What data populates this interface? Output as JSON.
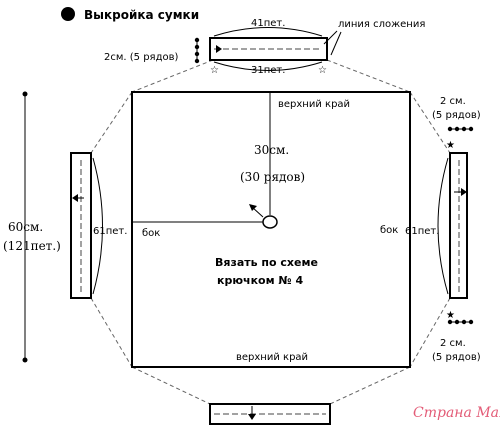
{
  "title": "Выкройка сумки",
  "top_strap": {
    "top_count": "41пет.",
    "bottom_count": "31пет.",
    "fold_label": "линия сложения",
    "left_size": "2см. (5 рядов)"
  },
  "center_panel": {
    "top_edge": "верхний край",
    "bottom_edge": "верхний край",
    "height": "30см.",
    "rows": "(30 рядов)",
    "side_left": "бок",
    "side_right": "бок",
    "instruction_line1": "Вязать по схеме",
    "instruction_line2": "крючком № 4"
  },
  "left_side": {
    "size_cm": "60см.",
    "size_stitches": "(121пет.)",
    "count": "61пет."
  },
  "right_side": {
    "count": "61пет.",
    "top_size": "2 см.",
    "top_rows": "(5 рядов)",
    "bottom_size": "2 см.",
    "bottom_rows": "(5 рядов)"
  },
  "watermark": "Страна Мам",
  "colors": {
    "line": "#000000",
    "dashed": "#555555",
    "watermark": "#e35c77"
  }
}
